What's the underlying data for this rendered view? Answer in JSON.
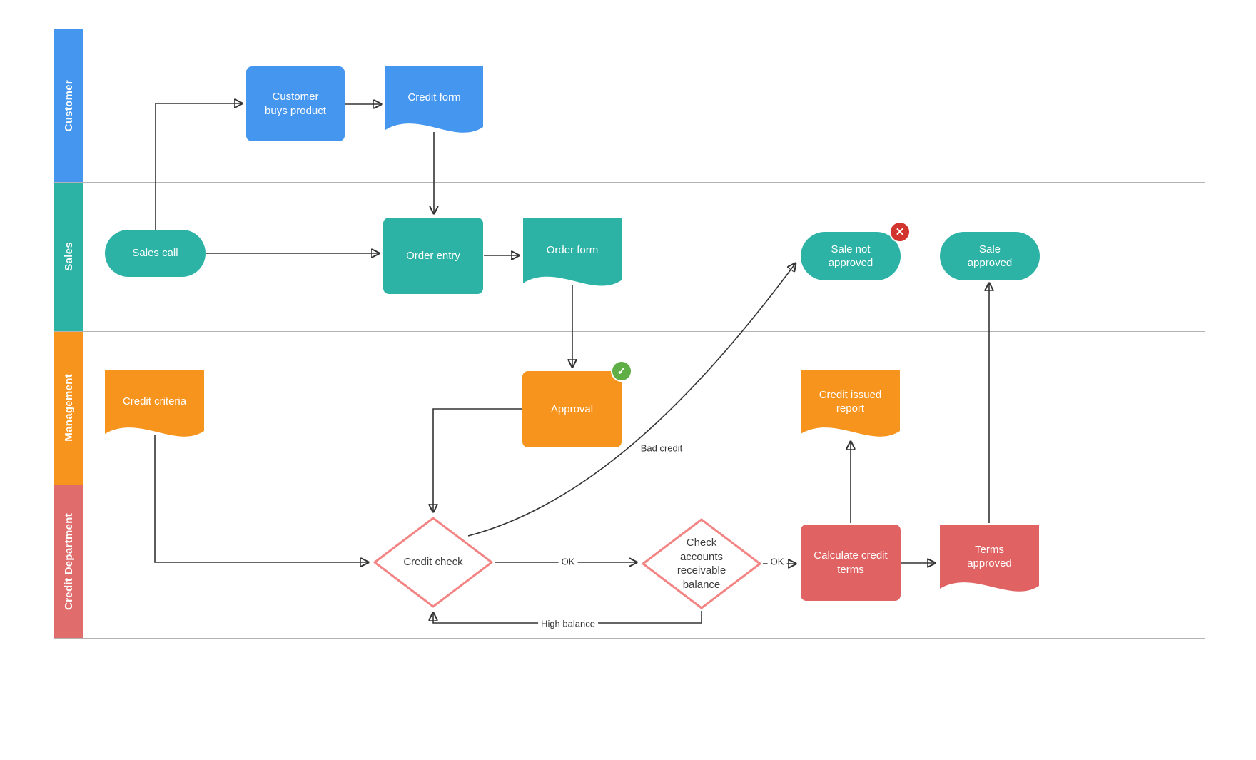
{
  "diagram": {
    "type": "swimlane-flowchart",
    "lanes": [
      {
        "label": "Customer"
      },
      {
        "label": "Sales"
      },
      {
        "label": "Management"
      },
      {
        "label": "Credit Department"
      }
    ],
    "nodes": {
      "customer_buys_product": "Customer buys product",
      "credit_form": "Credit form",
      "sales_call": "Sales call",
      "order_entry": "Order entry",
      "order_form": "Order form",
      "sale_not_approved": "Sale not approved",
      "sale_approved": "Sale approved",
      "credit_criteria": "Credit criteria",
      "approval": "Approval",
      "credit_issued_report": "Credit issued report",
      "credit_check": "Credit check",
      "check_accounts_receivable": "Check accounts receivable balance",
      "calculate_credit_terms": "Calculate credit terms",
      "terms_approved": "Terms approved"
    },
    "edge_labels": {
      "ok1": "OK",
      "ok2": "OK",
      "bad_credit": "Bad credit",
      "high_balance": "High balance"
    },
    "icons": {
      "approved_check": "✓",
      "rejected_x": "✕"
    },
    "colors": {
      "blue": "#4596ef",
      "teal": "#2db3a6",
      "orange": "#f7941e",
      "red": "#e06262",
      "red_lane": "#e06c6c",
      "diamond_stroke": "#f48484",
      "badge_green": "#5faf46",
      "badge_red": "#d2342e",
      "connector": "#333333",
      "lane_border": "#b3b3b3",
      "dark_text": "#3d3d3d"
    }
  }
}
